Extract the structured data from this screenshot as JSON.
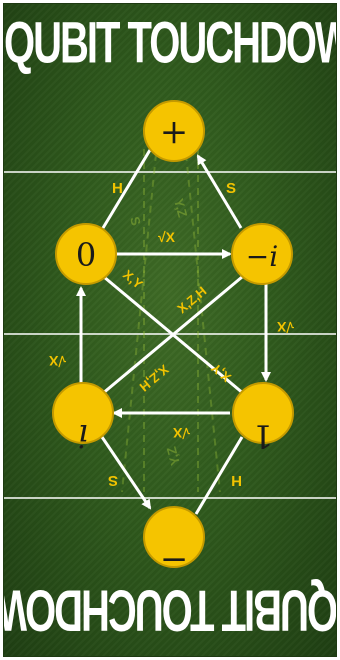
{
  "title": "QUBIT TOUCHDOWN",
  "title_bottom": "QUBIT TOUCHDOWN",
  "colors": {
    "field": "#2f5a1d",
    "node": "#f5c400",
    "node_stroke": "#b38a00",
    "label": "#f2c300",
    "arrow": "#ffffff",
    "yard_line": "#ffffff"
  },
  "nodes": {
    "plus": "+",
    "minus_i": "−i",
    "one": "1",
    "minus": "−",
    "i": "i",
    "zero": "0"
  },
  "edges": {
    "h_top": "H",
    "s_top": "S",
    "sqrtx_top": "√X",
    "sqrtx_right": "√X",
    "sqrtx_left": "√X",
    "sqrtx_bottom": "√X",
    "xy_a": "X,Y",
    "xzh_a": "X,Z,H",
    "xy_b": "X,Y",
    "xzh_b": "X,Z,H",
    "s_bottom": "S",
    "h_bottom": "H"
  },
  "faint": {
    "s_mark": "S",
    "yz_top": "Y,Z",
    "yz_bottom": "Y,Z"
  }
}
